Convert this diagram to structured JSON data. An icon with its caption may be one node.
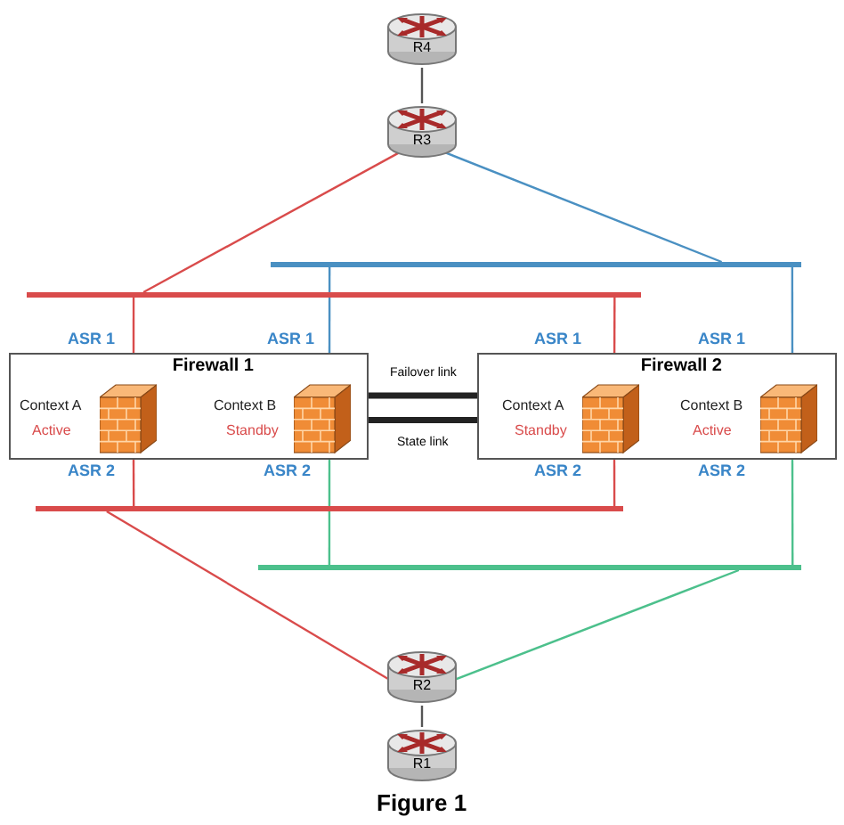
{
  "diagram": {
    "caption": "Figure 1",
    "nodes": [
      {
        "text": [
          "R4"
        ]
      },
      {
        "text": [
          "R3"
        ]
      },
      {
        "text": [],
        "shape": "bar"
      },
      {
        "text": [],
        "shape": "bar"
      },
      {
        "text": [
          "Firewall 1"
        ]
      },
      {
        "text": [
          "Context A",
          "Active"
        ],
        "in": 4,
        "beside": [
          "ASR 1",
          "ASR 2"
        ]
      },
      {
        "text": [
          "Context B",
          "Standby"
        ],
        "in": 4,
        "beside": [
          "ASR 1",
          "ASR 2"
        ]
      },
      {
        "text": [
          "Firewall 2"
        ]
      },
      {
        "text": [
          "Context A",
          "Standby"
        ],
        "in": 7,
        "beside": [
          "ASR 1",
          "ASR 2"
        ]
      },
      {
        "text": [
          "Context B",
          "Active"
        ],
        "in": 7,
        "beside": [
          "ASR 1",
          "ASR 2"
        ]
      },
      {
        "text": [],
        "shape": "bar"
      },
      {
        "text": [],
        "shape": "bar"
      },
      {
        "text": [
          "R2"
        ]
      },
      {
        "text": [
          "R1"
        ]
      }
    ],
    "edges": [
      {
        "from": 0,
        "to": 1,
        "arrow": "none",
        "color": "#555555"
      },
      {
        "from": 1,
        "to": 3,
        "arrow": "none",
        "color": "#d94b4b"
      },
      {
        "from": 1,
        "to": 2,
        "arrow": "none",
        "color": "#4a90c2"
      },
      {
        "from": 3,
        "to": 5,
        "arrow": "none",
        "color": "#d94b4b"
      },
      {
        "from": 3,
        "to": 8,
        "arrow": "none",
        "color": "#d94b4b"
      },
      {
        "from": 2,
        "to": 6,
        "arrow": "none",
        "color": "#4a90c2"
      },
      {
        "from": 2,
        "to": 9,
        "arrow": "none",
        "color": "#4a90c2"
      },
      {
        "from": 4,
        "to": 7,
        "arrow": "none",
        "label": "Failover link",
        "style": "thick",
        "color": "#222222"
      },
      {
        "from": 4,
        "to": 7,
        "arrow": "none",
        "label": "State link",
        "style": "thick",
        "color": "#222222"
      },
      {
        "from": 5,
        "to": 10,
        "arrow": "none",
        "color": "#d94b4b"
      },
      {
        "from": 8,
        "to": 10,
        "arrow": "none",
        "color": "#d94b4b"
      },
      {
        "from": 6,
        "to": 11,
        "arrow": "none",
        "color": "#4cc08c"
      },
      {
        "from": 9,
        "to": 11,
        "arrow": "none",
        "color": "#4cc08c"
      },
      {
        "from": 10,
        "to": 12,
        "arrow": "none",
        "color": "#d94b4b"
      },
      {
        "from": 11,
        "to": 12,
        "arrow": "none",
        "color": "#4cc08c"
      },
      {
        "from": 12,
        "to": 13,
        "arrow": "none",
        "color": "#555555"
      }
    ]
  }
}
